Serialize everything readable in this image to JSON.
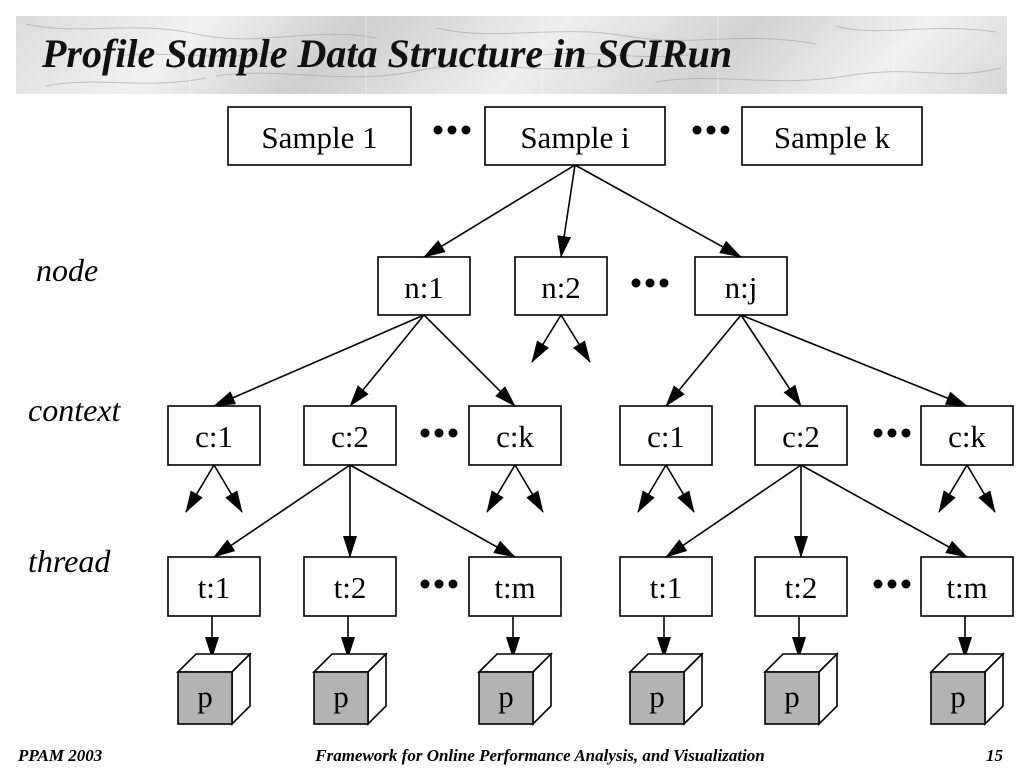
{
  "title": "Profile Sample Data Structure in SCIRun",
  "samples": [
    "Sample 1",
    "Sample i",
    "Sample k"
  ],
  "levels": {
    "node": "node",
    "context": "context",
    "thread": "thread"
  },
  "nodes": [
    "n:1",
    "n:2",
    "n:j"
  ],
  "contexts_left": [
    "c:1",
    "c:2",
    "c:k"
  ],
  "contexts_right": [
    "c:1",
    "c:2",
    "c:k"
  ],
  "threads_left": [
    "t:1",
    "t:2",
    "t:m"
  ],
  "threads_right": [
    "t:1",
    "t:2",
    "t:m"
  ],
  "profile_label": "p",
  "footer": {
    "left": "PPAM 2003",
    "center": "Framework for Online Performance Analysis, and Visualization",
    "right": "15"
  }
}
